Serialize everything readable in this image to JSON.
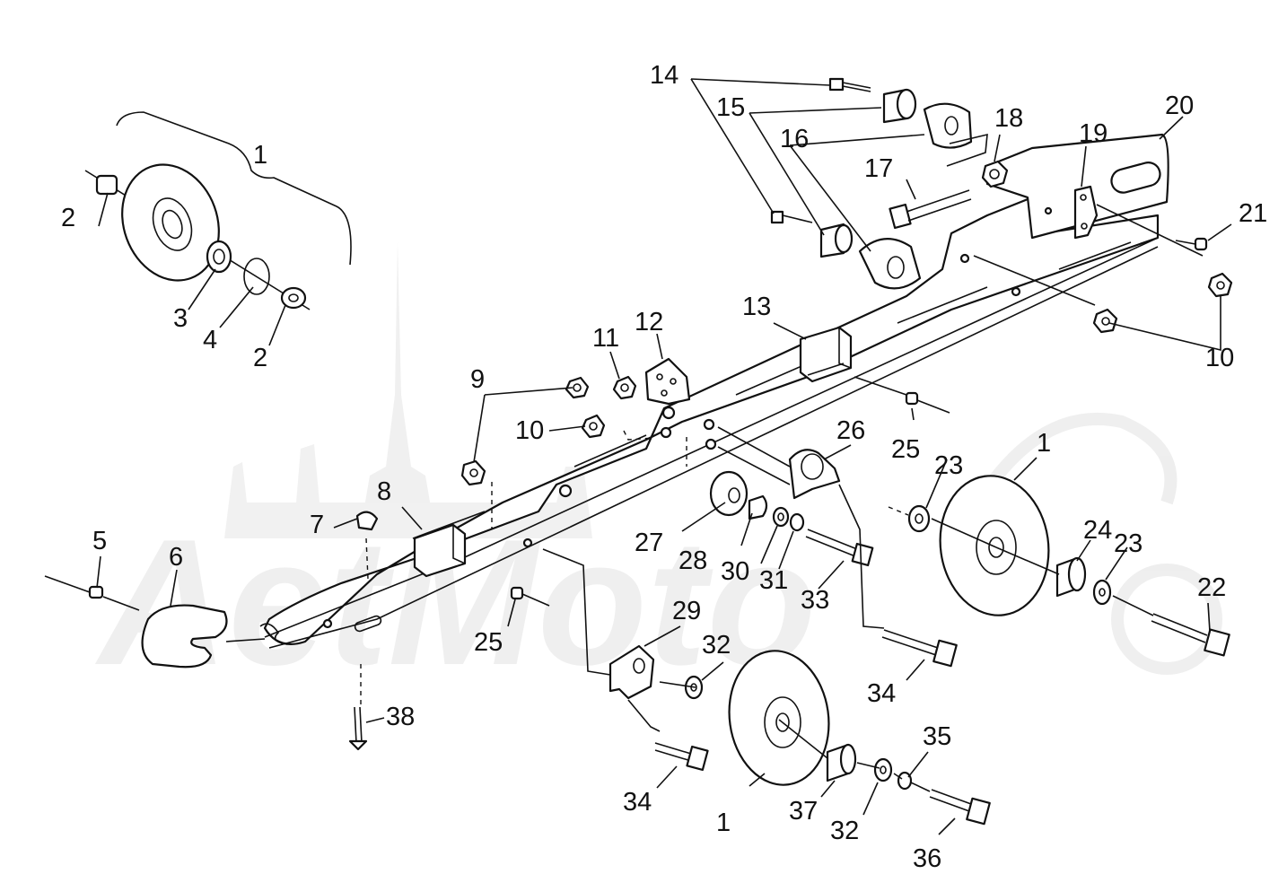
{
  "watermark": {
    "text": "AetMoto",
    "color": "#d9d9d9"
  },
  "colors": {
    "line": "#111111",
    "background": "#ffffff"
  },
  "callouts": [
    {
      "label": "1"
    },
    {
      "label": "2"
    },
    {
      "label": "2"
    },
    {
      "label": "3"
    },
    {
      "label": "4"
    },
    {
      "label": "5"
    },
    {
      "label": "6"
    },
    {
      "label": "7"
    },
    {
      "label": "8"
    },
    {
      "label": "9"
    },
    {
      "label": "10"
    },
    {
      "label": "10"
    },
    {
      "label": "11"
    },
    {
      "label": "12"
    },
    {
      "label": "13"
    },
    {
      "label": "14"
    },
    {
      "label": "15"
    },
    {
      "label": "16"
    },
    {
      "label": "17"
    },
    {
      "label": "18"
    },
    {
      "label": "19"
    },
    {
      "label": "20"
    },
    {
      "label": "21"
    },
    {
      "label": "22"
    },
    {
      "label": "23"
    },
    {
      "label": "23"
    },
    {
      "label": "24"
    },
    {
      "label": "25"
    },
    {
      "label": "25"
    },
    {
      "label": "26"
    },
    {
      "label": "27"
    },
    {
      "label": "28"
    },
    {
      "label": "29"
    },
    {
      "label": "30"
    },
    {
      "label": "31"
    },
    {
      "label": "32"
    },
    {
      "label": "32"
    },
    {
      "label": "33"
    },
    {
      "label": "34"
    },
    {
      "label": "34"
    },
    {
      "label": "35"
    },
    {
      "label": "36"
    },
    {
      "label": "37"
    },
    {
      "label": "38"
    },
    {
      "label": "1"
    },
    {
      "label": "1"
    }
  ]
}
